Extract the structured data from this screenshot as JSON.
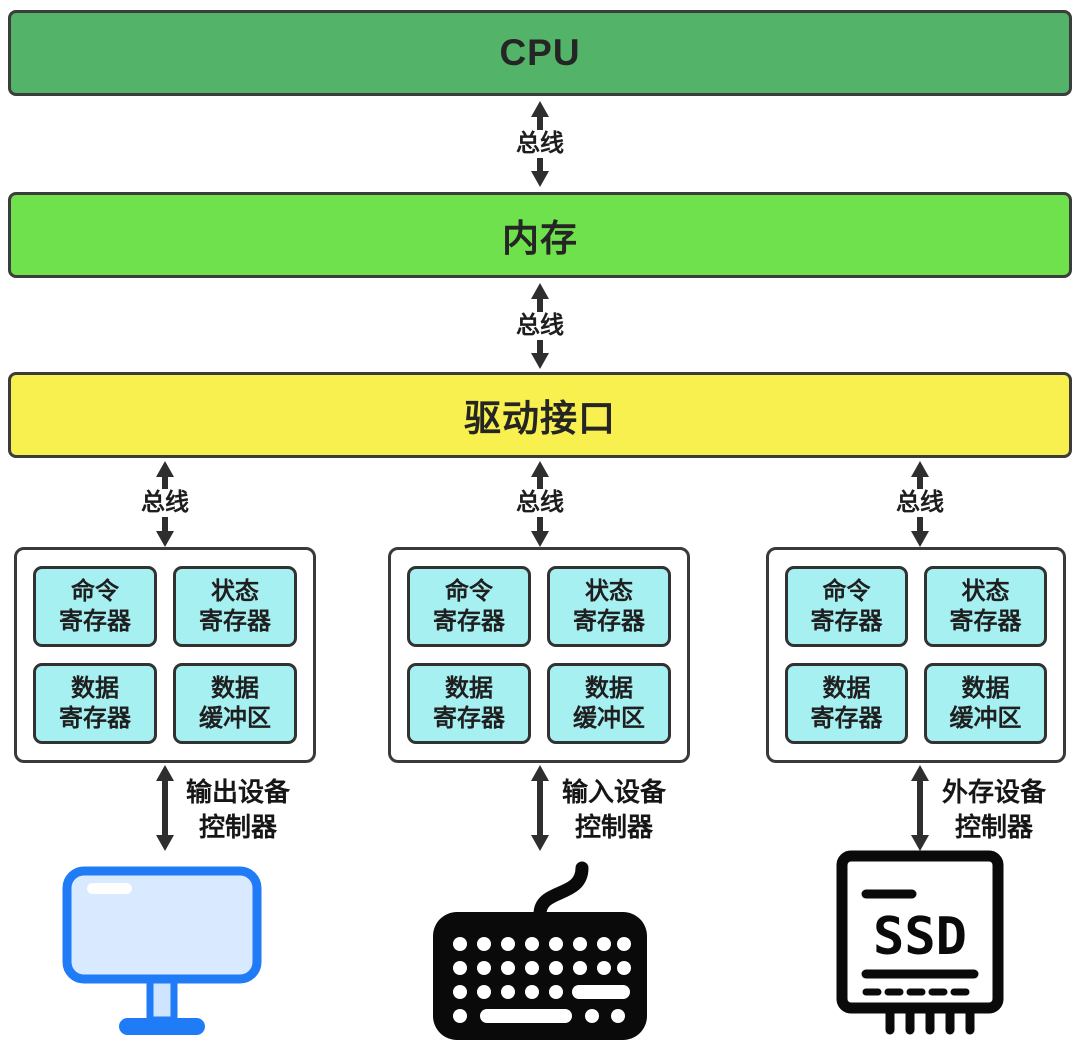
{
  "diagram": {
    "cpu_label": "CPU",
    "memory_label": "内存",
    "driver_label": "驱动接口",
    "bus_label": "总线",
    "registers": [
      {
        "line1": "命令",
        "line2": "寄存器"
      },
      {
        "line1": "状态",
        "line2": "寄存器"
      },
      {
        "line1": "数据",
        "line2": "寄存器"
      },
      {
        "line1": "数据",
        "line2": "缓冲区"
      }
    ],
    "controllers": [
      {
        "label_line1": "输出设备",
        "label_line2": "控制器",
        "device_icon": "monitor-icon"
      },
      {
        "label_line1": "输入设备",
        "label_line2": "控制器",
        "device_icon": "keyboard-icon"
      },
      {
        "label_line1": "外存设备",
        "label_line2": "控制器",
        "device_icon": "ssd-icon"
      }
    ],
    "ssd_text": "SSD",
    "colors": {
      "cpu_green": "#53b369",
      "memory_green": "#6fe14d",
      "driver_yellow": "#f8f04e",
      "register_cyan": "#a7f0f2",
      "outline_dark": "#3a3a3a",
      "monitor_blue": "#1f7cf6",
      "monitor_fill": "#d9e9ff",
      "device_black": "#0a0a0a"
    }
  }
}
